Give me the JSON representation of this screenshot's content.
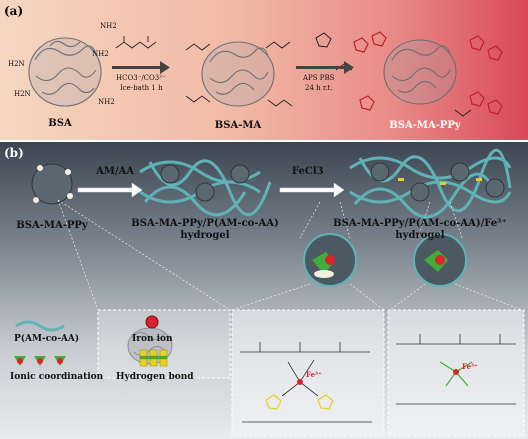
{
  "panel_a": {
    "letter": "(a)",
    "labels": {
      "bsa": "BSA",
      "bsa_ma": "BSA-MA",
      "bsa_ma_ppy": "BSA-MA-PPy",
      "nh2": "NH2",
      "h2n": "H2N"
    },
    "arrow1": {
      "line1": "HCO3⁻/CO3²⁻",
      "line2": "Ice-bath 1 h"
    },
    "arrow2": {
      "line1": "APS PBS",
      "line2": "24 h r.t."
    }
  },
  "panel_b": {
    "letter": "(b)",
    "labels": {
      "bsa_ma_ppy": "BSA-MA-PPy",
      "hydrogel1_line1": "BSA-MA-PPy/P(AM-co-AA)",
      "hydrogel1_line2": "hydrogel",
      "hydrogel2_line1": "BSA-MA-PPy/P(AM-co-AA)/Fe³⁺",
      "hydrogel2_line2": "hydrogel"
    },
    "arrow1": "AM/AA",
    "arrow2": "FeCl3",
    "legend": {
      "polymer": "P(AM-co-AA)",
      "iron": "Iron ion",
      "ionic": "Ionic coordination",
      "hbond": "Hydrogen bond"
    },
    "inset_fe": "Fe³⁺"
  },
  "colors": {
    "polymer": "#5fb3b6",
    "protein": "#5a6670",
    "iron": "#d9242b",
    "ionic_green": "#3fae3a",
    "hbond_yellow": "#e8d21f",
    "ppy_red": "#c0202a"
  }
}
